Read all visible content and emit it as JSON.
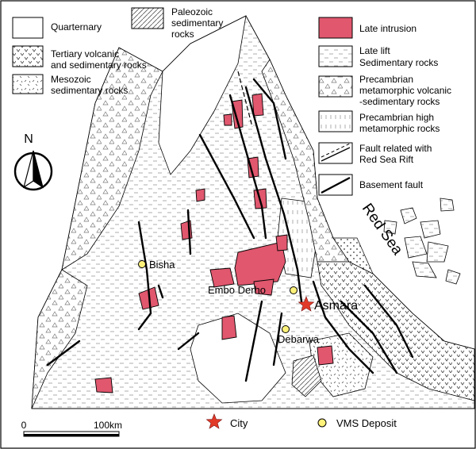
{
  "colors": {
    "intrusion": "#e0576e",
    "city_star": "#e23a28",
    "vms": "#fff27a",
    "frame": "#000000"
  },
  "legend": {
    "quaternary": "Quarternary",
    "paleozoic_1": "Paleozoic",
    "paleozoic_2": "sedimentary",
    "paleozoic_3": "rocks",
    "tertiary_1": "Tertiary volcanic",
    "tertiary_2": "and sedimentary rocks",
    "mesozoic_1": "Mesozoic",
    "mesozoic_2": "sedimentary rocks",
    "late_intrusion": "Late intrusion",
    "late_lift_1": "Late lift",
    "late_lift_2": "Sedimentary rocks",
    "precambrian_meta_1": "Precambrian",
    "precambrian_meta_2": "metamorphic volcanic",
    "precambrian_meta_3": "-sedimentary rocks",
    "precambrian_high_1": "Precambrian high",
    "precambrian_high_2": "metamorphic rocks",
    "fault_rift_1": "Fault related with",
    "fault_rift_2": "Red Sea Rift",
    "basement_fault": "Basement  fault"
  },
  "north_label": "N",
  "places": {
    "bisha": "Bisha",
    "embo_derho": "Embo Derho",
    "asmara": "Asmara",
    "debarwa": "Debarwa",
    "red_sea": "Red Sea"
  },
  "bottom_legend": {
    "city": "City",
    "vms": "VMS Deposit"
  },
  "scale": {
    "zero": "0",
    "end": "100km"
  }
}
